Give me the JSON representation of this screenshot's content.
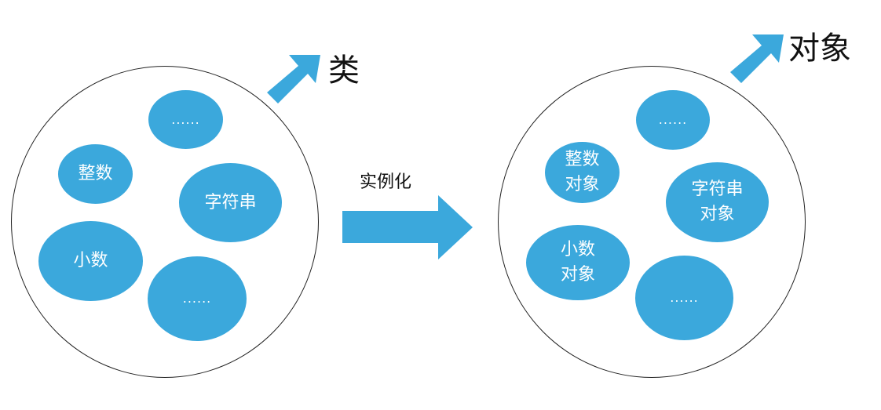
{
  "class_group": {
    "title": "类",
    "items": {
      "integer": "整数",
      "string": "字符串",
      "decimal": "小数",
      "more_top": "......",
      "more_bottom": "......"
    }
  },
  "object_group": {
    "title": "对象",
    "items": {
      "integer_line1": "整数",
      "integer_line2": "对象",
      "string_line1": "字符串",
      "string_line2": "对象",
      "decimal_line1": "小数",
      "decimal_line2": "对象",
      "more_top": "......",
      "more_bottom": "......"
    }
  },
  "transition": {
    "label": "实例化"
  },
  "colors": {
    "accent": "#3ba8dc",
    "outline": "#222222",
    "text": "#111111"
  }
}
